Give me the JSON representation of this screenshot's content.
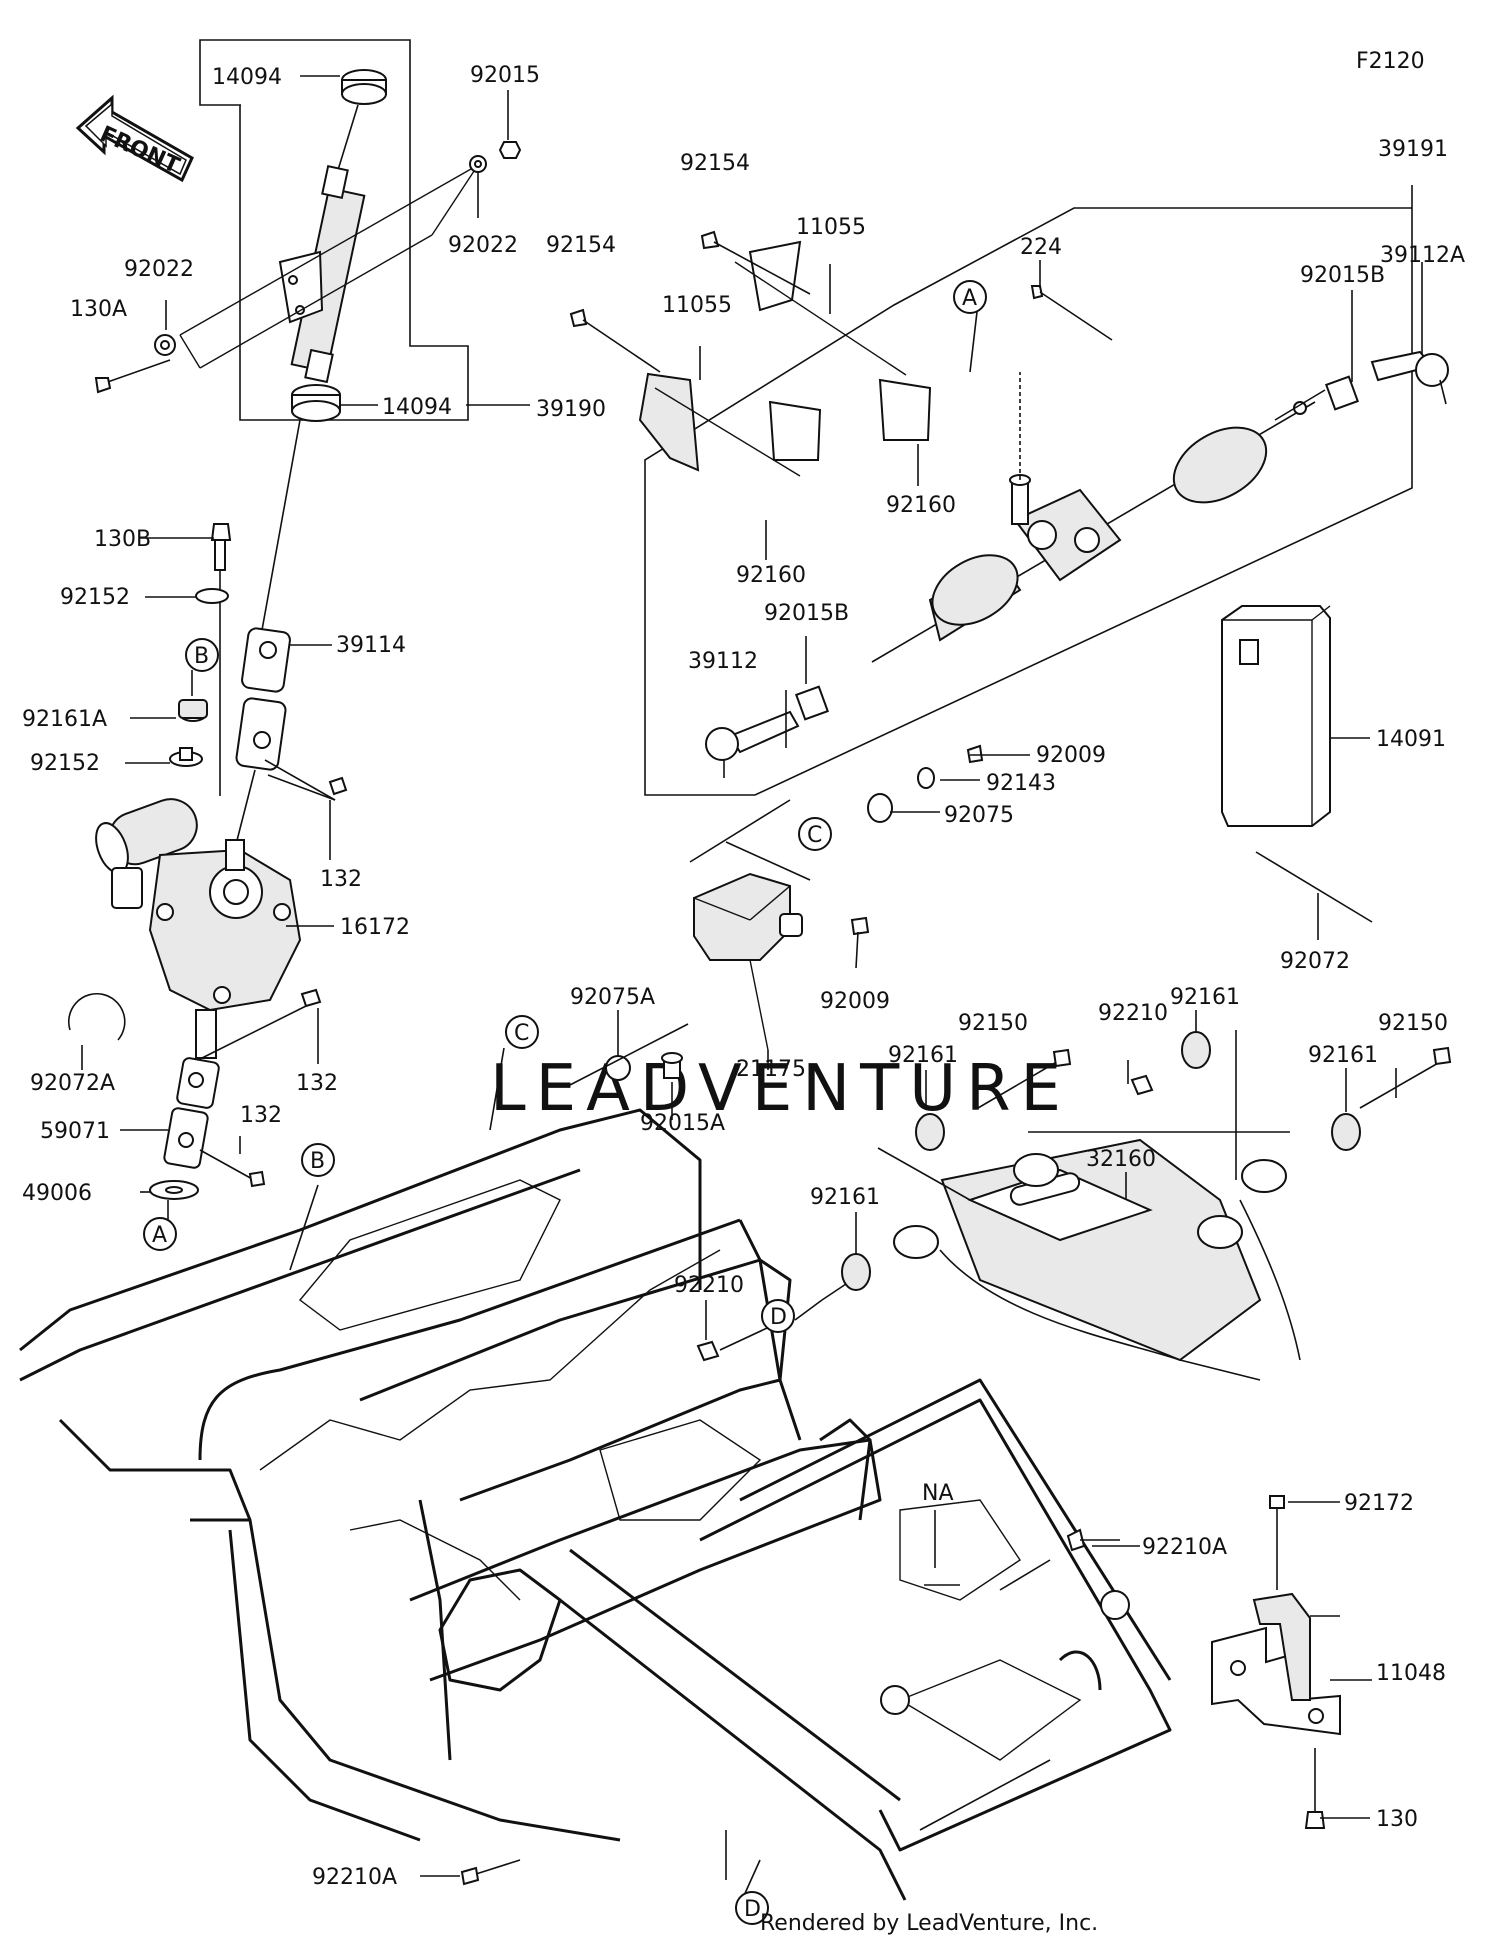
{
  "diagram": {
    "figure_code": "F2120",
    "front_label": "FRONT",
    "watermark": "LEADVENTURE",
    "footer": "Rendered by LeadVenture, Inc.",
    "part_labels": [
      "14094",
      "92015",
      "92022",
      "92022",
      "130A",
      "14094",
      "39190",
      "130B",
      "92152",
      "39114",
      "92161A",
      "92152",
      "132",
      "16172",
      "92072A",
      "132",
      "59071",
      "132",
      "49006",
      "92154",
      "11055",
      "92154",
      "11055",
      "92160",
      "92160",
      "224",
      "39191",
      "39112A",
      "92015B",
      "92015B",
      "39112",
      "92009",
      "92143",
      "92075",
      "14091",
      "92072",
      "92075A",
      "92009",
      "21175",
      "92015A",
      "92150",
      "92210",
      "92161",
      "92161",
      "92150",
      "92161",
      "32160",
      "92161",
      "92210",
      "NA",
      "92172",
      "92210A",
      "11048",
      "130",
      "92210A"
    ],
    "circle_refs": [
      "A",
      "A",
      "B",
      "B",
      "C",
      "C",
      "D",
      "D"
    ]
  }
}
